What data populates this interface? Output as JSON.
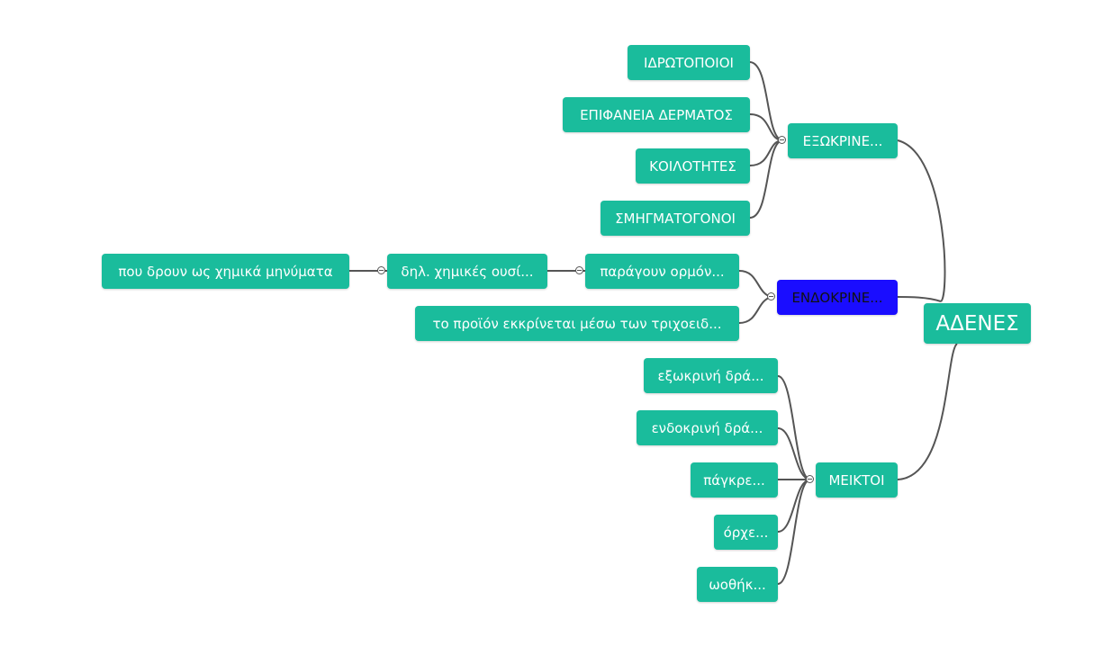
{
  "mindmap": {
    "root": "ΑΔΕΝΕΣ",
    "exokrines": {
      "label": "ΕΞΩΚΡΙΝΕ...",
      "children": [
        "ΙΔΡΩΤΟΠΟΙΟΙ",
        "ΕΠΙΦΑΝΕΙΑ ΔΕΡΜΑΤΟΣ",
        "ΚΟΙΛΟΤΗΤΕΣ",
        "ΣΜΗΓΜΑΤΟΓΟΝΟΙ"
      ]
    },
    "endokrines": {
      "label": "ΕΝΔΟΚΡΙΝΕ...",
      "hormones": "παράγουν ορμόν...",
      "substances": "δηλ. χημικές ουσί...",
      "messages": "που δρουν ως χημικά μηνύματα",
      "capillaries": "το προϊόν εκκρίνεται μέσω των τριχοειδ..."
    },
    "meiktoi": {
      "label": "ΜΕΙΚΤΟΙ",
      "children": [
        "εξωκρινή δρά...",
        "ενδοκρινή δρά...",
        "πάγκρε...",
        "όρχε...",
        "ωοθήκ..."
      ]
    }
  },
  "colors": {
    "node": "#1abc9c",
    "selected_node": "#1a0dff",
    "edge": "#555555",
    "background": "#ffffff"
  }
}
